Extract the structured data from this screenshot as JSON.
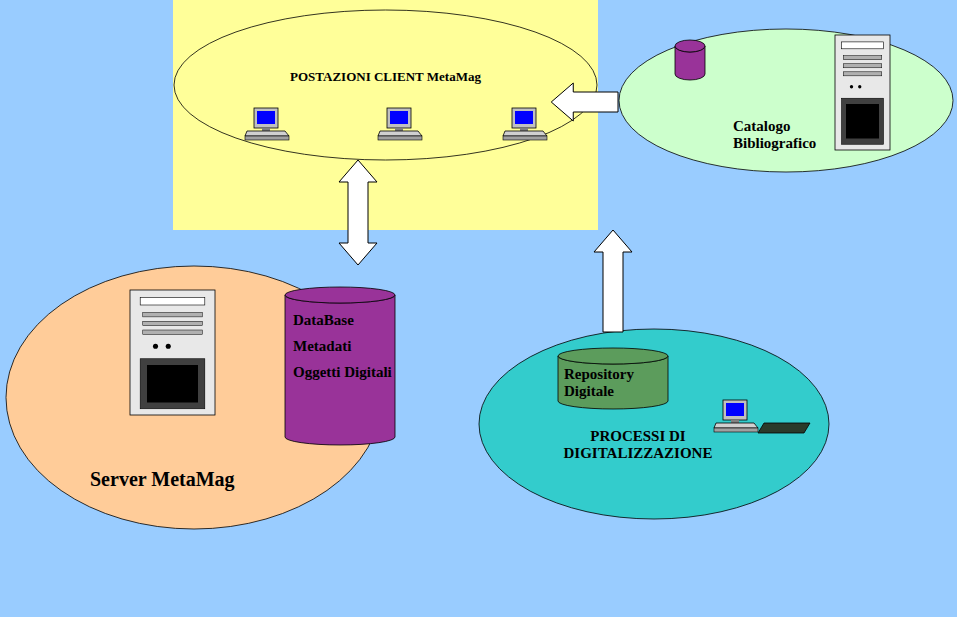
{
  "diagram": {
    "nodes": [
      {
        "text": [
          "POSTAZIONI CLIENT MetaMag"
        ]
      },
      {
        "text": [
          "Catalogo Bibliografico"
        ]
      },
      {
        "text": [
          "Server MetaMag"
        ]
      },
      {
        "text": [
          "DataBase Metadati Oggetti Digitali"
        ],
        "in": 2
      },
      {
        "text": [
          "PROCESSI DI DIGITALIZZAZIONE"
        ]
      },
      {
        "text": [
          "Repository Digitale"
        ],
        "in": 4
      }
    ],
    "edges": [
      {
        "from": 1,
        "to": 0,
        "arrow": "to"
      },
      {
        "from": 0,
        "to": 2,
        "arrow": "both"
      },
      {
        "from": 4,
        "to": 0,
        "arrow": "to"
      }
    ]
  }
}
